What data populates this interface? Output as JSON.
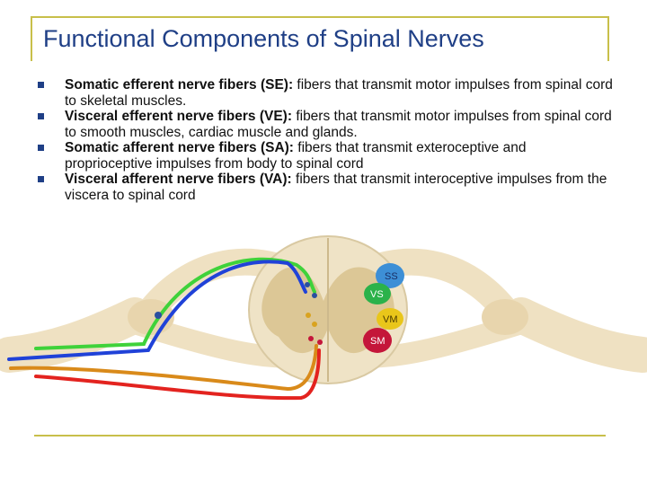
{
  "title": "Functional Components of Spinal Nerves",
  "bullets": [
    {
      "term": "Somatic efferent nerve fibers (SE):",
      "text": "fibers that transmit motor impulses from spinal cord to skeletal muscles."
    },
    {
      "term": "Visceral efferent nerve fibers (VE):",
      "text": "fibers that transmit motor impulses from spinal cord to smooth muscles, cardiac muscle and glands."
    },
    {
      "term": "Somatic afferent nerve fibers (SA):",
      "text": "fibers that transmit exteroceptive and proprioceptive impulses from body to spinal cord"
    },
    {
      "term": "Visceral afferent nerve fibers (VA):",
      "text": "fibers that transmit interoceptive impulses from the viscera to spinal cord"
    }
  ],
  "figure": {
    "regions": [
      {
        "label": "SS",
        "color": "#3d8fd6"
      },
      {
        "label": "VS",
        "color": "#2bb24a"
      },
      {
        "label": "VM",
        "color": "#e9c61a"
      },
      {
        "label": "SM",
        "color": "#c4163a"
      }
    ],
    "fiber_colors": {
      "somatic_efferent": "#e3231f",
      "visceral_efferent": "#d98a1a",
      "somatic_afferent": "#2042d8",
      "visceral_afferent": "#3fd23a"
    }
  }
}
